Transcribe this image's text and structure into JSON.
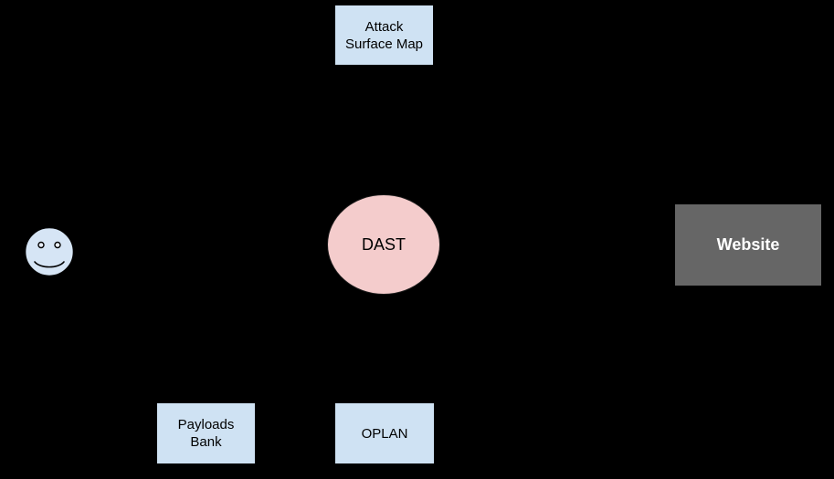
{
  "diagram": {
    "background_color": "#000000",
    "nodes": {
      "attack_surface_map": {
        "label": "Attack\nSurface Map",
        "shape": "rectangle",
        "fill": "#cfe2f3",
        "text_color": "#000000"
      },
      "dast": {
        "label": "DAST",
        "shape": "ellipse",
        "fill": "#f4cccc",
        "text_color": "#000000"
      },
      "website": {
        "label": "Website",
        "shape": "rectangle",
        "fill": "#666666",
        "text_color": "#ffffff",
        "bold": true
      },
      "payloads_bank": {
        "label": "Payloads\nBank",
        "shape": "rectangle",
        "fill": "#cfe2f3",
        "text_color": "#000000"
      },
      "oplan": {
        "label": "OPLAN",
        "shape": "rectangle",
        "fill": "#cfe2f3",
        "text_color": "#000000"
      },
      "user": {
        "icon": "smiley-face-icon",
        "fill": "#d6e5f5",
        "outline": "#000000"
      }
    }
  }
}
